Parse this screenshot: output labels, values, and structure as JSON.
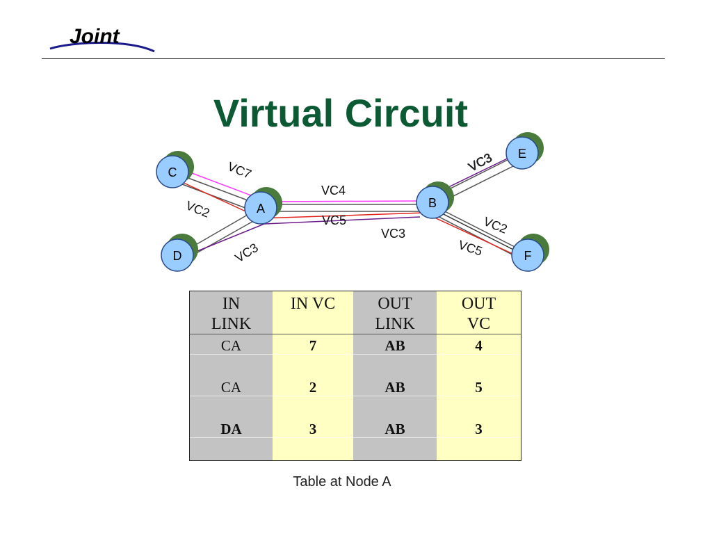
{
  "logo": {
    "text": "Joint"
  },
  "title": "Virtual Circuit",
  "diagram": {
    "nodes": [
      "C",
      "A",
      "D",
      "B",
      "E",
      "F"
    ],
    "vc_labels": {
      "ca_top": "VC7",
      "ca_bottom": "VC2",
      "da": "VC3",
      "ab_top": "VC4",
      "ab_mid": "VC5",
      "ab_bottom": "VC3",
      "be": "VC3",
      "bf_top": "VC2",
      "bf_bottom": "VC5"
    },
    "colors": {
      "node_fill": "#99ccff",
      "node_shadow": "#4a7a3c",
      "magenta": "#ff33ff",
      "red": "#e2231a",
      "purple": "#6a1a8a"
    }
  },
  "table": {
    "headers": [
      [
        "IN",
        "LINK"
      ],
      [
        "IN VC",
        ""
      ],
      [
        "OUT",
        "LINK"
      ],
      [
        "OUT",
        "VC"
      ]
    ],
    "rows": [
      [
        "CA",
        "7",
        "AB",
        "4"
      ],
      [
        "CA",
        "2",
        "AB",
        "5"
      ],
      [
        "DA",
        "3",
        "AB",
        "3"
      ]
    ],
    "bold_first_col": [
      false,
      false,
      true
    ],
    "caption": "Table at Node A"
  }
}
